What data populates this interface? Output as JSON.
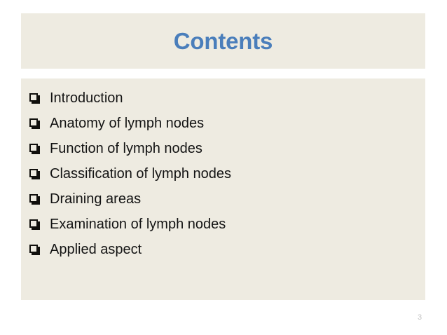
{
  "slide": {
    "title": "Contents",
    "page_number": "3",
    "colors": {
      "panel_background": "#EEEBE1",
      "slide_background": "#FFFFFF",
      "title_accent": "#4A7EBB",
      "body_text": "#131313",
      "page_number_text": "#C4C4C4",
      "bullet_glyph": "#100F0C"
    },
    "bullet_glyph_name": "shadowed-square-bullet",
    "items": [
      {
        "label": "Introduction"
      },
      {
        "label": "Anatomy of lymph nodes"
      },
      {
        "label": "Function of lymph nodes"
      },
      {
        "label": "Classification of lymph nodes"
      },
      {
        "label": "Draining areas"
      },
      {
        "label": "Examination of lymph nodes"
      },
      {
        "label": "Applied aspect"
      }
    ]
  }
}
